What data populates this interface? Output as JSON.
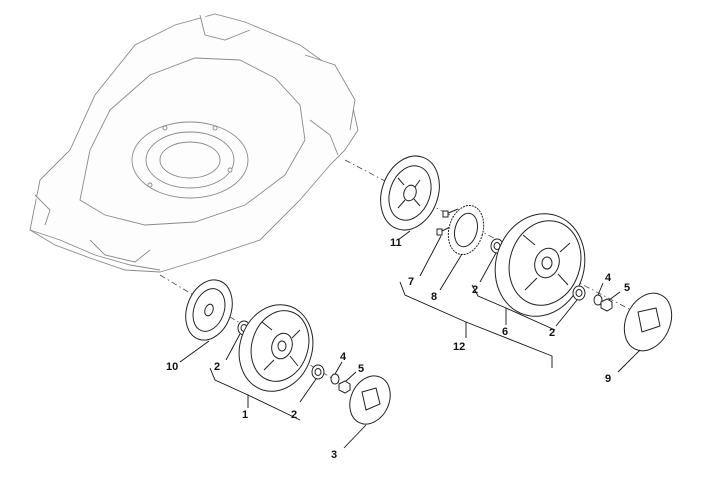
{
  "diagram": {
    "labels": {
      "wheel_front": "1",
      "spacer_front_inner": "2",
      "spacer_front_outer": "2",
      "spacer_rear_inner": "2",
      "spacer_rear_outer": "2",
      "hubcap_front": "3",
      "washer_front": "4",
      "washer_rear": "4",
      "nut_front": "5",
      "nut_rear": "5",
      "wheel_rear": "6",
      "bolt": "7",
      "gear": "8",
      "hubcap_rear": "9",
      "disc_front": "10",
      "disc_rear": "11",
      "rear_wheel_assembly": "12"
    }
  }
}
